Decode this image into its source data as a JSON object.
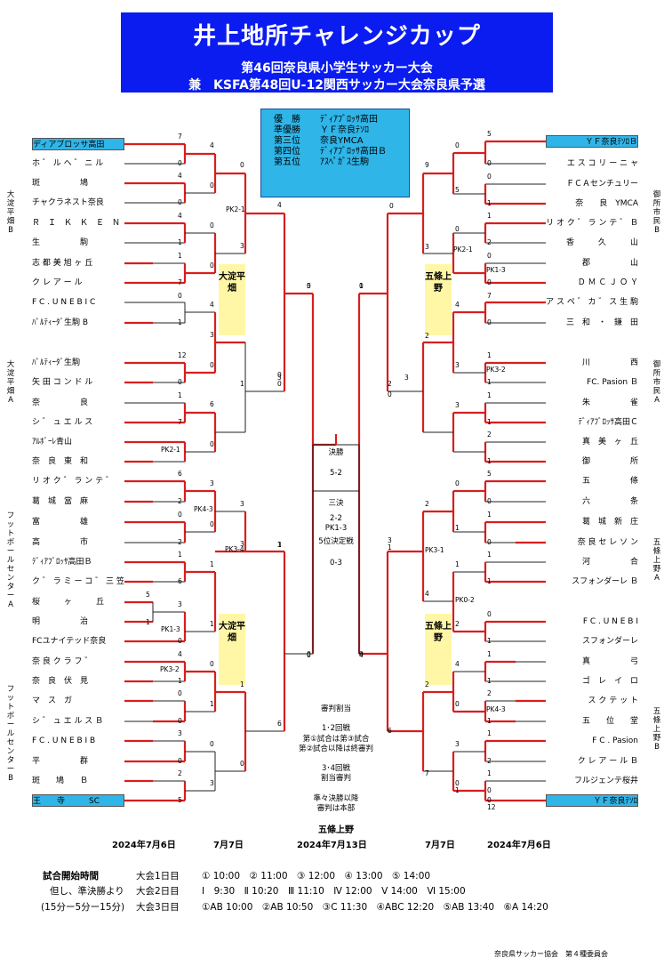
{
  "header": {
    "title": "井上地所チャレンジカップ",
    "line2": "第46回奈良県小学生サッカー大会",
    "line3": "兼　KSFA第48回U-12関西サッカー大会奈良県予選"
  },
  "results": [
    {
      "label": "優　勝",
      "team": "ﾃﾞｨｱﾌﾞﾛｯｻ高田"
    },
    {
      "label": "準優勝",
      "team": "ＹＦ奈良ﾃｿﾛ"
    },
    {
      "label": "第三位",
      "team": "奈良YMCA"
    },
    {
      "label": "第四位",
      "team": "ﾃﾞｨｱﾌﾞﾛｯｻ高田Ｂ"
    },
    {
      "label": "第五位",
      "team": "ｱｽﾍﾟｶﾞｽ生駒"
    }
  ],
  "left_teams": [
    "ディアブロッサ高田",
    "ホ ゛ ル ヘ ゛ ニ ル",
    "斑　　　　　鳩",
    "チャクラネスト奈良",
    "Ｒ　Ｉ　Ｋ　Ｋ　Ｅ　Ｎ",
    "生　　　　　駒",
    "志 都 美 旭 ヶ 丘",
    "ク レ ア ー ル",
    "F C . U N E B I  C",
    "ﾊﾟﾙﾃｨｰﾀﾞ生駒 B",
    "ﾊﾟﾙﾃｨｰﾀﾞ生駒",
    "矢 田 コ ン ド ル",
    "奈　　　　　良",
    "シ ゛ ュ エ ル ス",
    "ｱﾙﾎﾞｰﾚ青山",
    "奈　良　東　和",
    "リ オ ク ゛ ラ ン テ ゛",
    "葛　城　當　麻",
    "富　　　　　雄",
    "高　　　　　市",
    "ﾃﾞｨｱﾌﾞﾛｯｻ高田Ｂ",
    "ク ゛ ラ ミ ー コ ゛ 三 笠",
    "桜　　　ヶ　　　丘",
    "明　　　　　治",
    "FCユナイテッド奈良",
    "奈 良 ク ラ フ ゛",
    "奈　良　伏　見",
    "マ　ス　ガ",
    "シ ゛ ュ エ ル ス Ｂ",
    "F C . U N E B I  B",
    "平　　　　　群",
    "斑　　鳩　　Ｂ",
    "王　　寺　　　SC"
  ],
  "right_teams": [
    "ＹＦ奈良ﾃｿﾛＢ",
    "エ ス コ リ ー ニ ャ",
    "ＦＣＡセンチュリー",
    "奈　　良　YMCA",
    "リ オ ク ゛ ラ ン テ ゛ Ｂ",
    "香　　　久　　　山",
    "郡　　　　　山",
    "Ｄ Ｍ Ｃ Ｊ Ｏ Ｙ",
    "ア ス ペ ゛ カ ゛ ス 生 駒",
    "三　和　・　鎌　田",
    "川　　　　　西",
    "FC. Pasion Ｂ",
    "朱　　　　　雀",
    "ﾃﾞｨｱﾌﾞﾛｯｻ高田Ｃ",
    "真　美　ヶ　丘",
    "御　　　　　所",
    "五　　　　　條",
    "六　　　　　条",
    "葛　城　新　庄",
    "奈 良 セ レ ソ ン",
    "河　　　　　合",
    "スフォンダーレ Ｂ",
    "F C . U N E B I",
    "スフォンダーレ",
    "真　　　　　弓",
    "ゴ　レ　イ　ロ",
    "ス ク テ ッ ト",
    "五　　位　　堂",
    "F C . Pasion",
    "ク レ ア ー ル Ｂ",
    "フルジェンテ桜井",
    "ＹＦ奈良ﾃｿﾛ"
  ],
  "region_left": [
    "大淀平畑B",
    "大淀平畑A",
    "フットボールセンターA",
    "フットボールセンターB"
  ],
  "region_right": [
    "御所市民B",
    "御所市民A",
    "五條上野A",
    "五條上野B"
  ],
  "venues": [
    "大淀平畑",
    "大淀平畑",
    "五條上野",
    "五條上野"
  ],
  "scores_left": [
    {
      "t": "7"
    },
    {
      "t": "0"
    },
    {
      "t": "4"
    },
    {
      "t": "0"
    },
    {
      "t": "4"
    },
    {
      "t": "1"
    },
    {
      "t": "1"
    },
    {
      "t": "7"
    },
    {
      "t": "4"
    },
    {
      "t": "0"
    },
    {
      "t": "0"
    },
    {
      "t": "0"
    },
    {
      "t": "0"
    },
    {
      "t": "3"
    },
    {
      "t": "4"
    },
    {
      "t": "0"
    },
    {
      "t": "0"
    },
    {
      "t": "1"
    },
    {
      "t": "12"
    },
    {
      "t": "0"
    },
    {
      "t": "1"
    },
    {
      "t": "7"
    },
    {
      "t": "6"
    },
    {
      "t": "3"
    },
    {
      "t": "4"
    },
    {
      "t": "0"
    },
    {
      "t": "0"
    },
    {
      "t": "1"
    },
    {
      "t": "0"
    },
    {
      "t": "0"
    },
    {
      "t": "3"
    },
    {
      "t": "5"
    },
    {
      "t": "1"
    },
    {
      "t": "6"
    },
    {
      "t": "2"
    },
    {
      "t": "0"
    },
    {
      "t": "2"
    },
    {
      "t": "1"
    },
    {
      "t": "6"
    },
    {
      "t": "3"
    },
    {
      "t": "0"
    },
    {
      "t": "3"
    },
    {
      "t": "0"
    },
    {
      "t": "1"
    },
    {
      "t": "1"
    },
    {
      "t": "3"
    },
    {
      "t": "3"
    },
    {
      "t": "1"
    },
    {
      "t": "0"
    },
    {
      "t": "4"
    },
    {
      "t": "1"
    },
    {
      "t": "0"
    },
    {
      "t": "0"
    },
    {
      "t": "3"
    },
    {
      "t": "0"
    },
    {
      "t": "2"
    },
    {
      "t": "5"
    },
    {
      "t": "0"
    },
    {
      "t": "1"
    },
    {
      "t": "0"
    },
    {
      "t": "3"
    },
    {
      "t": "1"
    },
    {
      "t": "0"
    },
    {
      "t": "6"
    }
  ],
  "scores_right": [
    {
      "t": "5"
    },
    {
      "t": "0"
    },
    {
      "t": "9"
    },
    {
      "t": "5"
    },
    {
      "t": "0"
    },
    {
      "t": "0"
    },
    {
      "t": "1"
    },
    {
      "t": "1"
    },
    {
      "t": "2"
    },
    {
      "t": "0"
    },
    {
      "t": "0"
    },
    {
      "t": "0"
    },
    {
      "t": "3"
    },
    {
      "t": "0"
    },
    {
      "t": "1"
    },
    {
      "t": "2"
    },
    {
      "t": "7"
    },
    {
      "t": "4"
    },
    {
      "t": "2"
    },
    {
      "t": "0"
    },
    {
      "t": "1"
    },
    {
      "t": "1"
    },
    {
      "t": "3"
    },
    {
      "t": "3"
    },
    {
      "t": "1"
    },
    {
      "t": "1"
    },
    {
      "t": "2"
    },
    {
      "t": "1"
    },
    {
      "t": "5"
    },
    {
      "t": "0"
    },
    {
      "t": "0"
    },
    {
      "t": "1"
    },
    {
      "t": "2"
    },
    {
      "t": "1"
    },
    {
      "t": "0"
    },
    {
      "t": "1"
    },
    {
      "t": "1"
    },
    {
      "t": "1"
    },
    {
      "t": "2"
    },
    {
      "t": "0"
    },
    {
      "t": "1"
    },
    {
      "t": "4"
    },
    {
      "t": "1"
    },
    {
      "t": "1"
    },
    {
      "t": "2"
    },
    {
      "t": "1"
    },
    {
      "t": "4"
    },
    {
      "t": "0"
    },
    {
      "t": "1"
    },
    {
      "t": "2"
    },
    {
      "t": "1"
    },
    {
      "t": "0"
    },
    {
      "t": "6"
    },
    {
      "t": "7"
    },
    {
      "t": "3"
    },
    {
      "t": "0"
    },
    {
      "t": "12"
    },
    {
      "t": "2"
    },
    {
      "t": "1"
    },
    {
      "t": "0"
    },
    {
      "t": "3"
    },
    {
      "t": "0"
    },
    {
      "t": "1"
    },
    {
      "t": "0"
    }
  ],
  "pk": [
    "PK2-1",
    "PK2-1",
    "PK4-3",
    "PK3-4",
    "PK1-3",
    "PK3-2",
    "PK2-1",
    "PK1-3",
    "PK3-2",
    "PK3-1",
    "PK0-2",
    "PK4-3"
  ],
  "final_center": {
    "final_label": "決勝",
    "final_score": "5-2",
    "third_label": "三決",
    "third_score": "2-2",
    "third_pk": "PK1-3",
    "fifth_label": "5位決定戦",
    "fifth_score": "0-3"
  },
  "semi_scores": [
    "5",
    "0",
    "3",
    "3",
    "0",
    "4"
  ],
  "referee": {
    "title": "審判割当",
    "l1": "1･2回戦",
    "l2": "第①試合は第③試合",
    "l3": "第②試合以降は終審判",
    "l4": "3･4回戦",
    "l5": "割当審判",
    "l6": "準々決勝以降",
    "l7": "審判は本部"
  },
  "venue_center": "五條上野",
  "dates": {
    "d1_left": "2024年7月6日",
    "d2_left": "7月7日",
    "d_center": "2024年7月13日",
    "d2_right": "7月7日",
    "d1_right": "2024年7月6日"
  },
  "schedule": {
    "title": "試合開始時間",
    "r1_label": "大会1日目",
    "r1": "① 10:00　② 11:00　③ 12:00　④ 13:00　⑤ 14:00",
    "note": "但し、準決勝より",
    "r2_label": "大会2日目",
    "r2": "Ⅰ　9:30　Ⅱ 10:20　Ⅲ 11:10　Ⅳ 12:00　Ⅴ 14:00　Ⅵ 15:00",
    "note2": "(15分ー5分ー15分)",
    "r3_label": "大会3日目",
    "r3": "①AB 10:00　②AB 10:50　③C 11:30　④ABC 12:20　⑤AB 13:40　⑥A 14:20"
  },
  "footer": "奈良県サッカー協会　第４種委員会",
  "colors": {
    "header_bg": "#0a1cf0",
    "highlight": "#2fb5e8",
    "win_line": "#d81e1e",
    "line": "#222222",
    "venue_bg": "#fff7a6"
  }
}
